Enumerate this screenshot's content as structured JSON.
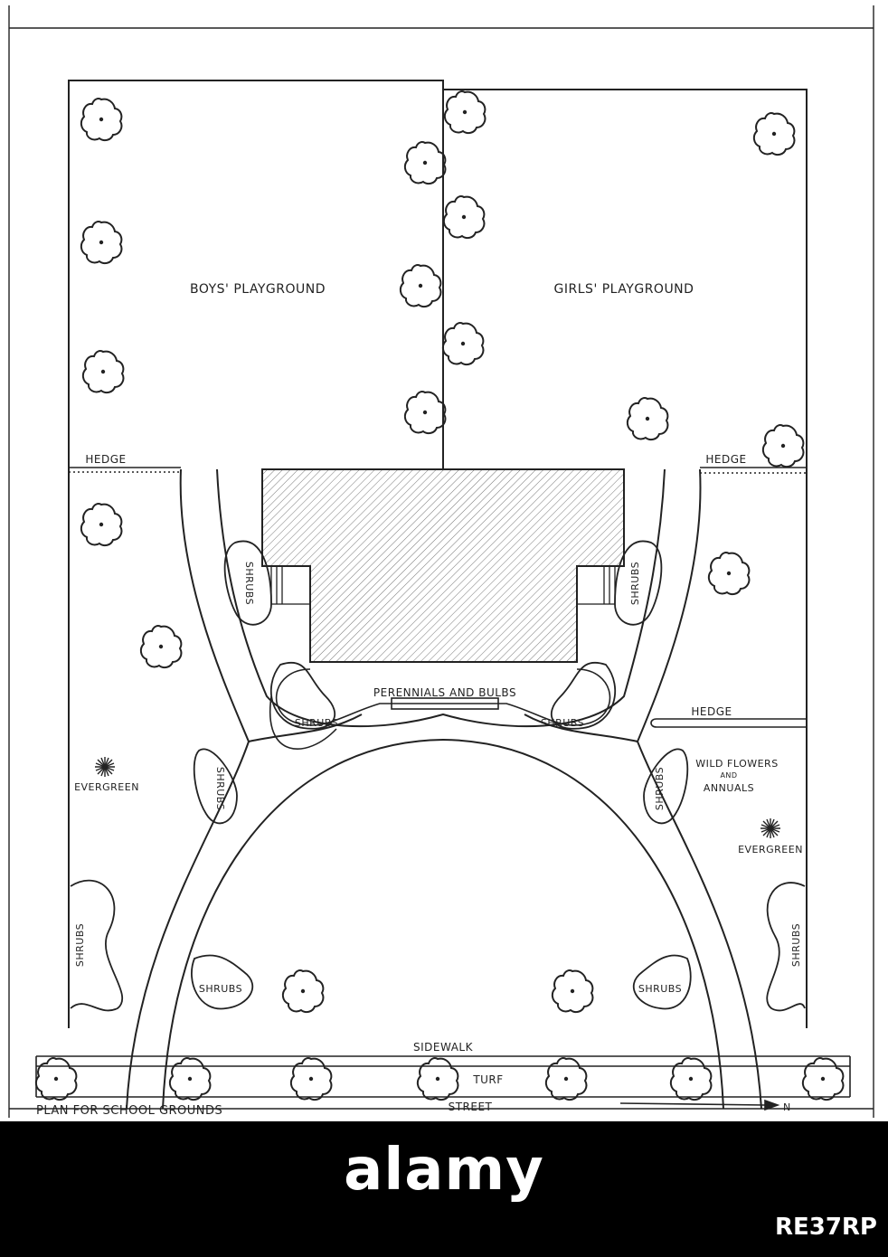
{
  "title": "PLAN FOR SCHOOL GROUNDS",
  "labels": {
    "boys_playground": "BOYS' PLAYGROUND",
    "girls_playground": "GIRLS' PLAYGROUND",
    "hedge": "HEDGE",
    "shrubs": "SHRUBS",
    "perennials": "PERENNIALS AND BULBS",
    "evergreen": "EVERGREEN",
    "wild_flowers_line1": "WILD FLOWERS",
    "wild_flowers_line2": "AND",
    "wild_flowers_line3": "ANNUALS",
    "sidewalk": "SIDEWALK",
    "turf": "TURF",
    "street": "STREET",
    "north": "N"
  },
  "watermark": {
    "brand": "alamy",
    "image_id": "RE37RP",
    "band_color": "#000000",
    "text_color": "#ffffff"
  },
  "colors": {
    "ink": "#222222",
    "paper": "#ffffff"
  }
}
